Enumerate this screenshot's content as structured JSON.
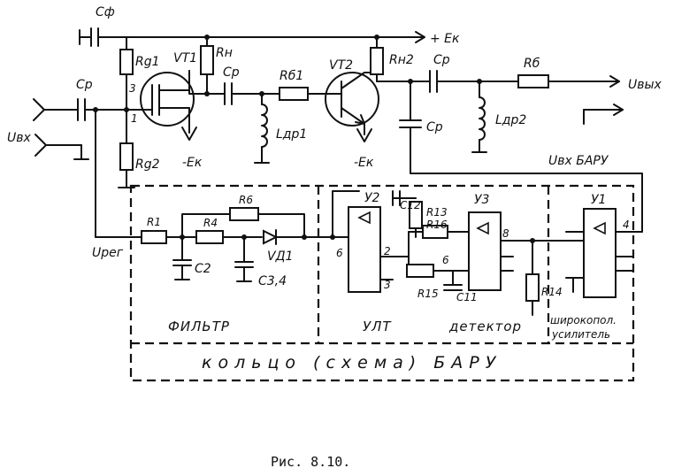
{
  "figure": {
    "caption": "Рис. 8.10."
  },
  "components": {
    "c_filter": "Cф",
    "c_in": "Cр",
    "r_g1": "Rg1",
    "r_g2": "Rg2",
    "vt1": "VT1",
    "r_k": "Rн",
    "c_r1": "Cр",
    "l_dr1": "Lдр1",
    "r_b1": "Rб1",
    "vt2": "VT2",
    "r_n2": "Rн2",
    "c_r2": "Cр",
    "c_r3": "Cр",
    "l_dr2": "Lдр2",
    "r_b": "Rб",
    "r1": "R1",
    "r4": "R4",
    "r6": "R6",
    "c2": "C2",
    "c34": "C3,4",
    "vd1": "VД1",
    "u2": "У2",
    "c12": "C12",
    "r13": "R13",
    "r16": "R16",
    "r15": "R15",
    "c11": "C11",
    "u3": "У3",
    "r14": "R14",
    "u1": "У1"
  },
  "signals": {
    "u_in": "Uвх",
    "u_out": "Uвых",
    "u_reg": "Uрег",
    "u_agc": "Uвх БАРУ",
    "supply_pos": "+ Eк",
    "supply_neg_1": "-Eк",
    "supply_neg_2": "-Eк"
  },
  "pins": {
    "vt1_3": "3",
    "vt1_1": "1",
    "u2_6": "6",
    "u2_2": "2",
    "u2_3": "3",
    "u3_6": "6",
    "u3_8": "8",
    "u1_4": "4"
  },
  "blocks": {
    "filter": "ФИЛЬТР",
    "amp": "УЛТ",
    "detector": "детектор",
    "wideband_1": "широкопол.",
    "wideband_2": "усилитель",
    "ring": "кольцо (схема) БАРУ"
  }
}
